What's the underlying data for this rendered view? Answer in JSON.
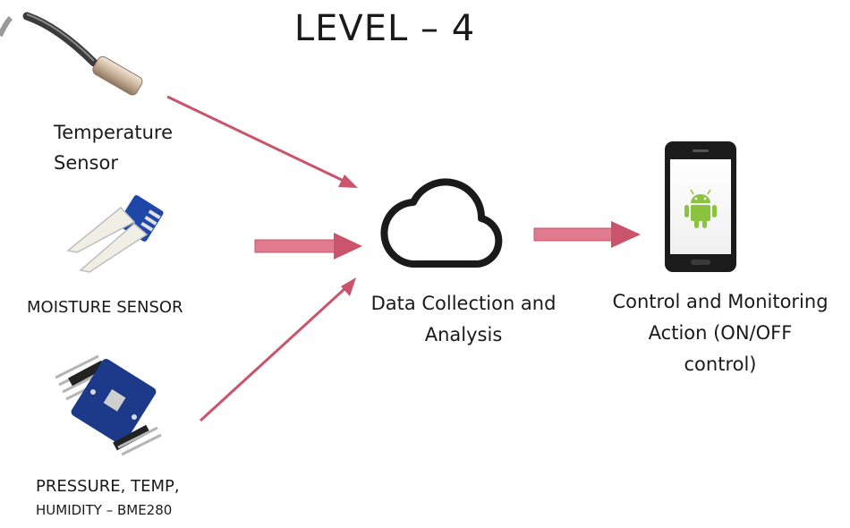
{
  "title": "LEVEL – 4",
  "sensors": {
    "temperature": {
      "line1": "Temperature",
      "line2": "Sensor"
    },
    "moisture": {
      "label": "MOISTURE SENSOR"
    },
    "pressure": {
      "line1": "PRESSURE, TEMP,",
      "line2": "HUMIDITY – BME280"
    }
  },
  "cloud": {
    "line1": "Data Collection and",
    "line2": "Analysis"
  },
  "control": {
    "line1": "Control and Monitoring",
    "line2": "Action (ON/OFF",
    "line3": "control)"
  },
  "colors": {
    "arrow": "#c9546b",
    "cloud_stroke": "#1a1a1a",
    "android": "#8ac43f",
    "pcb": "#1d3a8a"
  },
  "icons": [
    "temperature-probe-icon",
    "soil-moisture-sensor-icon",
    "bme280-board-icon",
    "cloud-icon",
    "smartphone-icon",
    "android-icon"
  ]
}
